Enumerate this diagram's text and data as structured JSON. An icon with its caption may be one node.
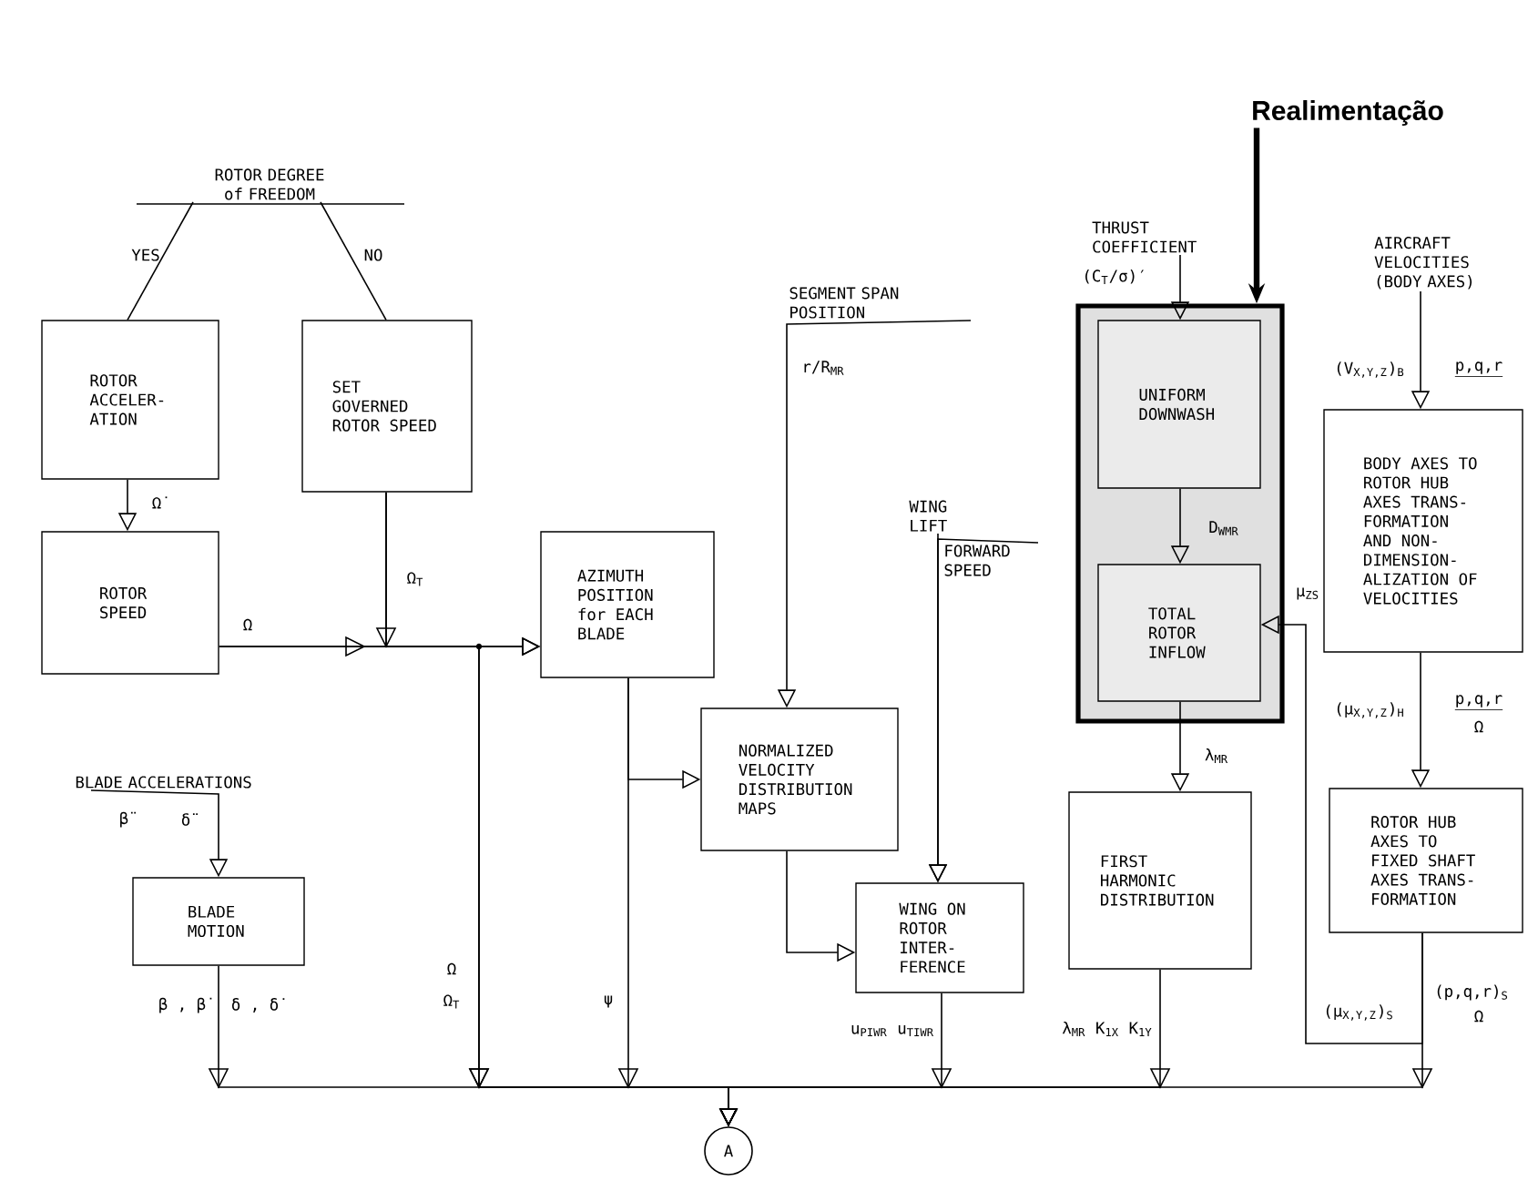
{
  "diagram": {
    "nodes": [
      {
        "text": [
          "ROTOR DEGREE of FREEDOM"
        ]
      },
      {
        "text": [
          "ROTOR ACCELER- ATION"
        ]
      },
      {
        "text": [
          "SET GOVERNED ROTOR SPEED"
        ]
      },
      {
        "text": [
          "ROTOR SPEED"
        ]
      },
      {
        "text": [
          "AZIMUTH POSITION for EACH BLADE"
        ]
      },
      {
        "text": [
          "SEGMENT SPAN POSITION"
        ]
      },
      {
        "text": [
          "NORMALIZED VELOCITY DISTRIBUTION MAPS"
        ]
      },
      {
        "text": [
          "WING LIFT"
        ]
      },
      {
        "text": [
          "FORWARD SPEED"
        ]
      },
      {
        "text": [
          "WING ON ROTOR INTER- FERENCE"
        ]
      },
      {
        "text": [],
        "shape": "box"
      },
      {
        "text": [
          "UNIFORM DOWNWASH"
        ],
        "in": 10
      },
      {
        "text": [
          "TOTAL ROTOR INFLOW"
        ],
        "in": 10
      },
      {
        "text": [
          "Realimentação"
        ]
      },
      {
        "text": [
          "THRUST COEFFICIENT"
        ]
      },
      {
        "text": [
          "AIRCRAFT VELOCITIES (BODY AXES)"
        ]
      },
      {
        "text": [
          "BODY AXES TO ROTOR HUB AXES TRANS- FORMATION AND NON- DIMENSION- ALIZATION OF VELOCITIES"
        ]
      },
      {
        "text": [
          "ROTOR HUB AXES TO FIXED SHAFT AXES TRANS- FORMATION"
        ]
      },
      {
        "text": [
          "FIRST HARMONIC DISTRIBUTION"
        ]
      },
      {
        "text": [
          "BLADE ACCELERATIONS"
        ]
      },
      {
        "text": [
          "BLADE MOTION"
        ]
      },
      {
        "text": [
          "A"
        ]
      }
    ],
    "edges": [
      {
        "from": 0,
        "to": 1,
        "arrow": "none",
        "label": "YES"
      },
      {
        "from": 0,
        "to": 2,
        "arrow": "none",
        "label": "NO"
      },
      {
        "from": 1,
        "to": 3,
        "arrow": "to",
        "label": "Ω̇"
      },
      {
        "from": 3,
        "to": 4,
        "arrow": "to",
        "label": "Ω"
      },
      {
        "from": 2,
        "to": 4,
        "arrow": "to",
        "label": "Ω$_{T}$"
      },
      {
        "from": 3,
        "to": 21,
        "arrow": "to",
        "label": "Ω"
      },
      {
        "from": 2,
        "to": 21,
        "arrow": "to",
        "label": "Ω$_{T}$"
      },
      {
        "from": 4,
        "to": 6,
        "arrow": "to"
      },
      {
        "from": 4,
        "to": 21,
        "arrow": "to",
        "label": "ψ"
      },
      {
        "from": 5,
        "to": 6,
        "arrow": "to",
        "label": "r/R$_{MR}$"
      },
      {
        "from": 7,
        "to": 9,
        "arrow": "to"
      },
      {
        "from": 8,
        "to": 9,
        "arrow": "to"
      },
      {
        "from": 6,
        "to": 9,
        "arrow": "to"
      },
      {
        "from": 9,
        "to": 21,
        "arrow": "to",
        "label": "u$_{PIWR}$ u$_{TIWR}$"
      },
      {
        "from": 13,
        "to": 10,
        "arrow": "to",
        "style": "thick"
      },
      {
        "from": 14,
        "to": 11,
        "arrow": "to",
        "label": "(C$_{T}$/σ)′"
      },
      {
        "from": 11,
        "to": 12,
        "arrow": "to",
        "label": "D$_{WMR}$"
      },
      {
        "from": 12,
        "to": 18,
        "arrow": "to",
        "label": "λ$_{MR}$"
      },
      {
        "from": 18,
        "to": 21,
        "arrow": "to",
        "label": "λ$_{MR}$ K$_{1X}$ K$_{1Y}$"
      },
      {
        "from": 15,
        "to": 16,
        "arrow": "to",
        "label": "(V$_{X,Y,Z}$)$_{B}$"
      },
      {
        "from": 16,
        "to": 17,
        "arrow": "to",
        "label": "(μ$_{X,Y,Z}$)$_{H}$"
      },
      {
        "from": 17,
        "to": 21,
        "arrow": "to",
        "label": "(p,q,r)$_{S}$"
      },
      {
        "from": 17,
        "to": 12,
        "arrow": "to",
        "label": "(μ$_{X,Y,Z}$)$_{S}$"
      },
      {
        "from": 19,
        "to": 20,
        "arrow": "to",
        "label": "β̈"
      },
      {
        "from": 20,
        "to": 21,
        "arrow": "to",
        "label": "β , β̇"
      }
    ],
    "labels": [
      "p,q,r",
      "μ$_{ZS}$",
      "p,q,r",
      "Ω",
      "δ̈",
      "δ , δ̇",
      "Ω"
    ]
  }
}
